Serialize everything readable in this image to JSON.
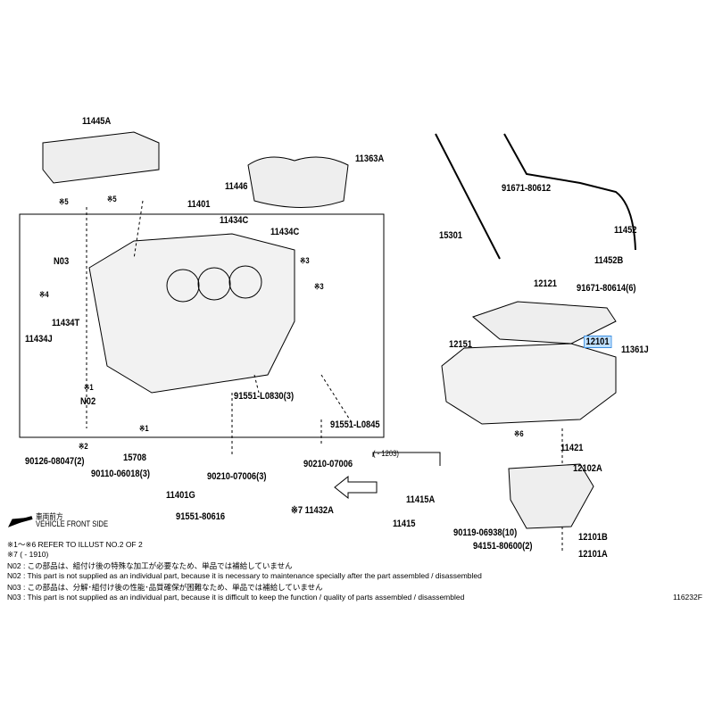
{
  "parts": {
    "p11445A": "11445A",
    "p11446": "11446",
    "p11363A": "11363A",
    "p11401": "11401",
    "p11434C_a": "11434C",
    "p11434C_b": "11434C",
    "ref5_a": "※5",
    "ref5_b": "※5",
    "N03": "N03",
    "ref4": "※4",
    "ref3_a": "※3",
    "ref3_b": "※3",
    "p11434T": "11434T",
    "p11434J": "11434J",
    "ref1_a": "※1",
    "N02": "N02",
    "ref1_b": "※1",
    "ref2": "※2",
    "p91551L0830": "91551-L0830(3)",
    "p91551L0845": "91551-L0845",
    "p90126": "90126-08047(2)",
    "p15708": "15708",
    "p90110": "90110-06018(3)",
    "p90210_3": "90210-07006(3)",
    "p90210": "90210-07006",
    "p11401G": "11401G",
    "p91551_80616": "91551-80616",
    "p11432A": "※7 11432A",
    "range1203": "(      - 1203)",
    "p11415A": "11415A",
    "p11415": "11415",
    "p15301": "15301",
    "p91671_80612": "91671-80612",
    "p11452": "11452",
    "p11452B": "11452B",
    "p12121": "12121",
    "p91671_80614": "91671-80614(6)",
    "p12151": "12151",
    "p12101": "12101",
    "p11361J": "11361J",
    "ref6": "※6",
    "p11421": "11421",
    "p12102A": "12102A",
    "p90119": "90119-06938(10)",
    "p12101B": "12101B",
    "p94151": "94151-80600(2)",
    "p12101A": "12101A"
  },
  "direction": {
    "jp": "車両前方",
    "en": "VEHICLE FRONT SIDE"
  },
  "notes": [
    "※1～※6  REFER TO ILLUST NO.2 OF 2",
    "※7 (        - 1910)",
    "N02 : この部品は、組付け後の特殊な加工が必要なため、単品では補給していません",
    "N02 : This part is not supplied as an individual part, because it is necessary to maintenance specially after the part assembled / disassembled",
    "N03 : この部品は、分解･組付け後の性能･品質確保が困難なため、単品では補給していません",
    "N03 : This part is not supplied as an individual part, because it is difficult to keep the function / quality of parts  assembled / disassembled"
  ],
  "illustration_id": "116232F",
  "colors": {
    "highlight": "#bfe0ff"
  }
}
